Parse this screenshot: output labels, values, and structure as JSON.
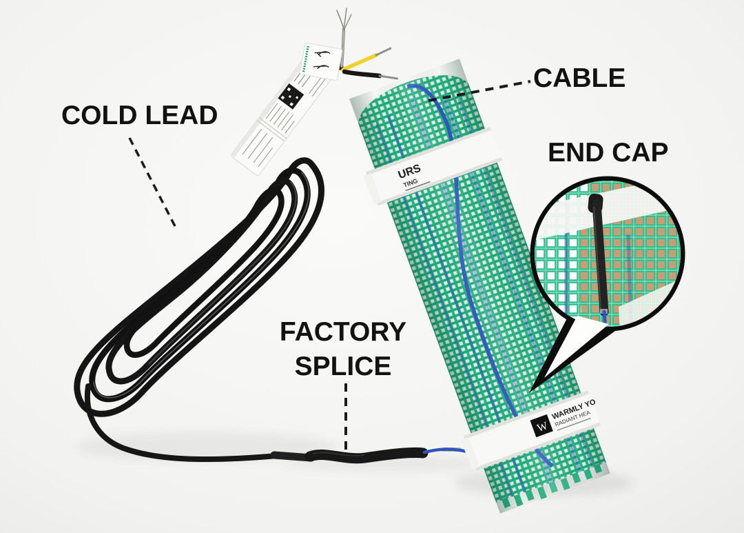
{
  "annotations": {
    "cold_lead": "COLD LEAD",
    "cable": "CABLE",
    "end_cap": "END CAP",
    "factory_splice": "FACTORY SPLICE"
  },
  "roll_tape": {
    "upper_line1": "URS",
    "upper_line2": "TING",
    "lower_line1": "WARMLY YO",
    "lower_line2": "RADIANT HEA",
    "logo_letter": "W"
  },
  "colors": {
    "background": "#f3f3f1",
    "annotation_text": "#121212",
    "mesh_green": "#2db285",
    "cable_blue": "#2e55c0",
    "lead_black": "#161616",
    "wire_yellow": "#eed22b",
    "tape_white": "#f8f8f6",
    "cardboard_tan": "#c79e74"
  }
}
